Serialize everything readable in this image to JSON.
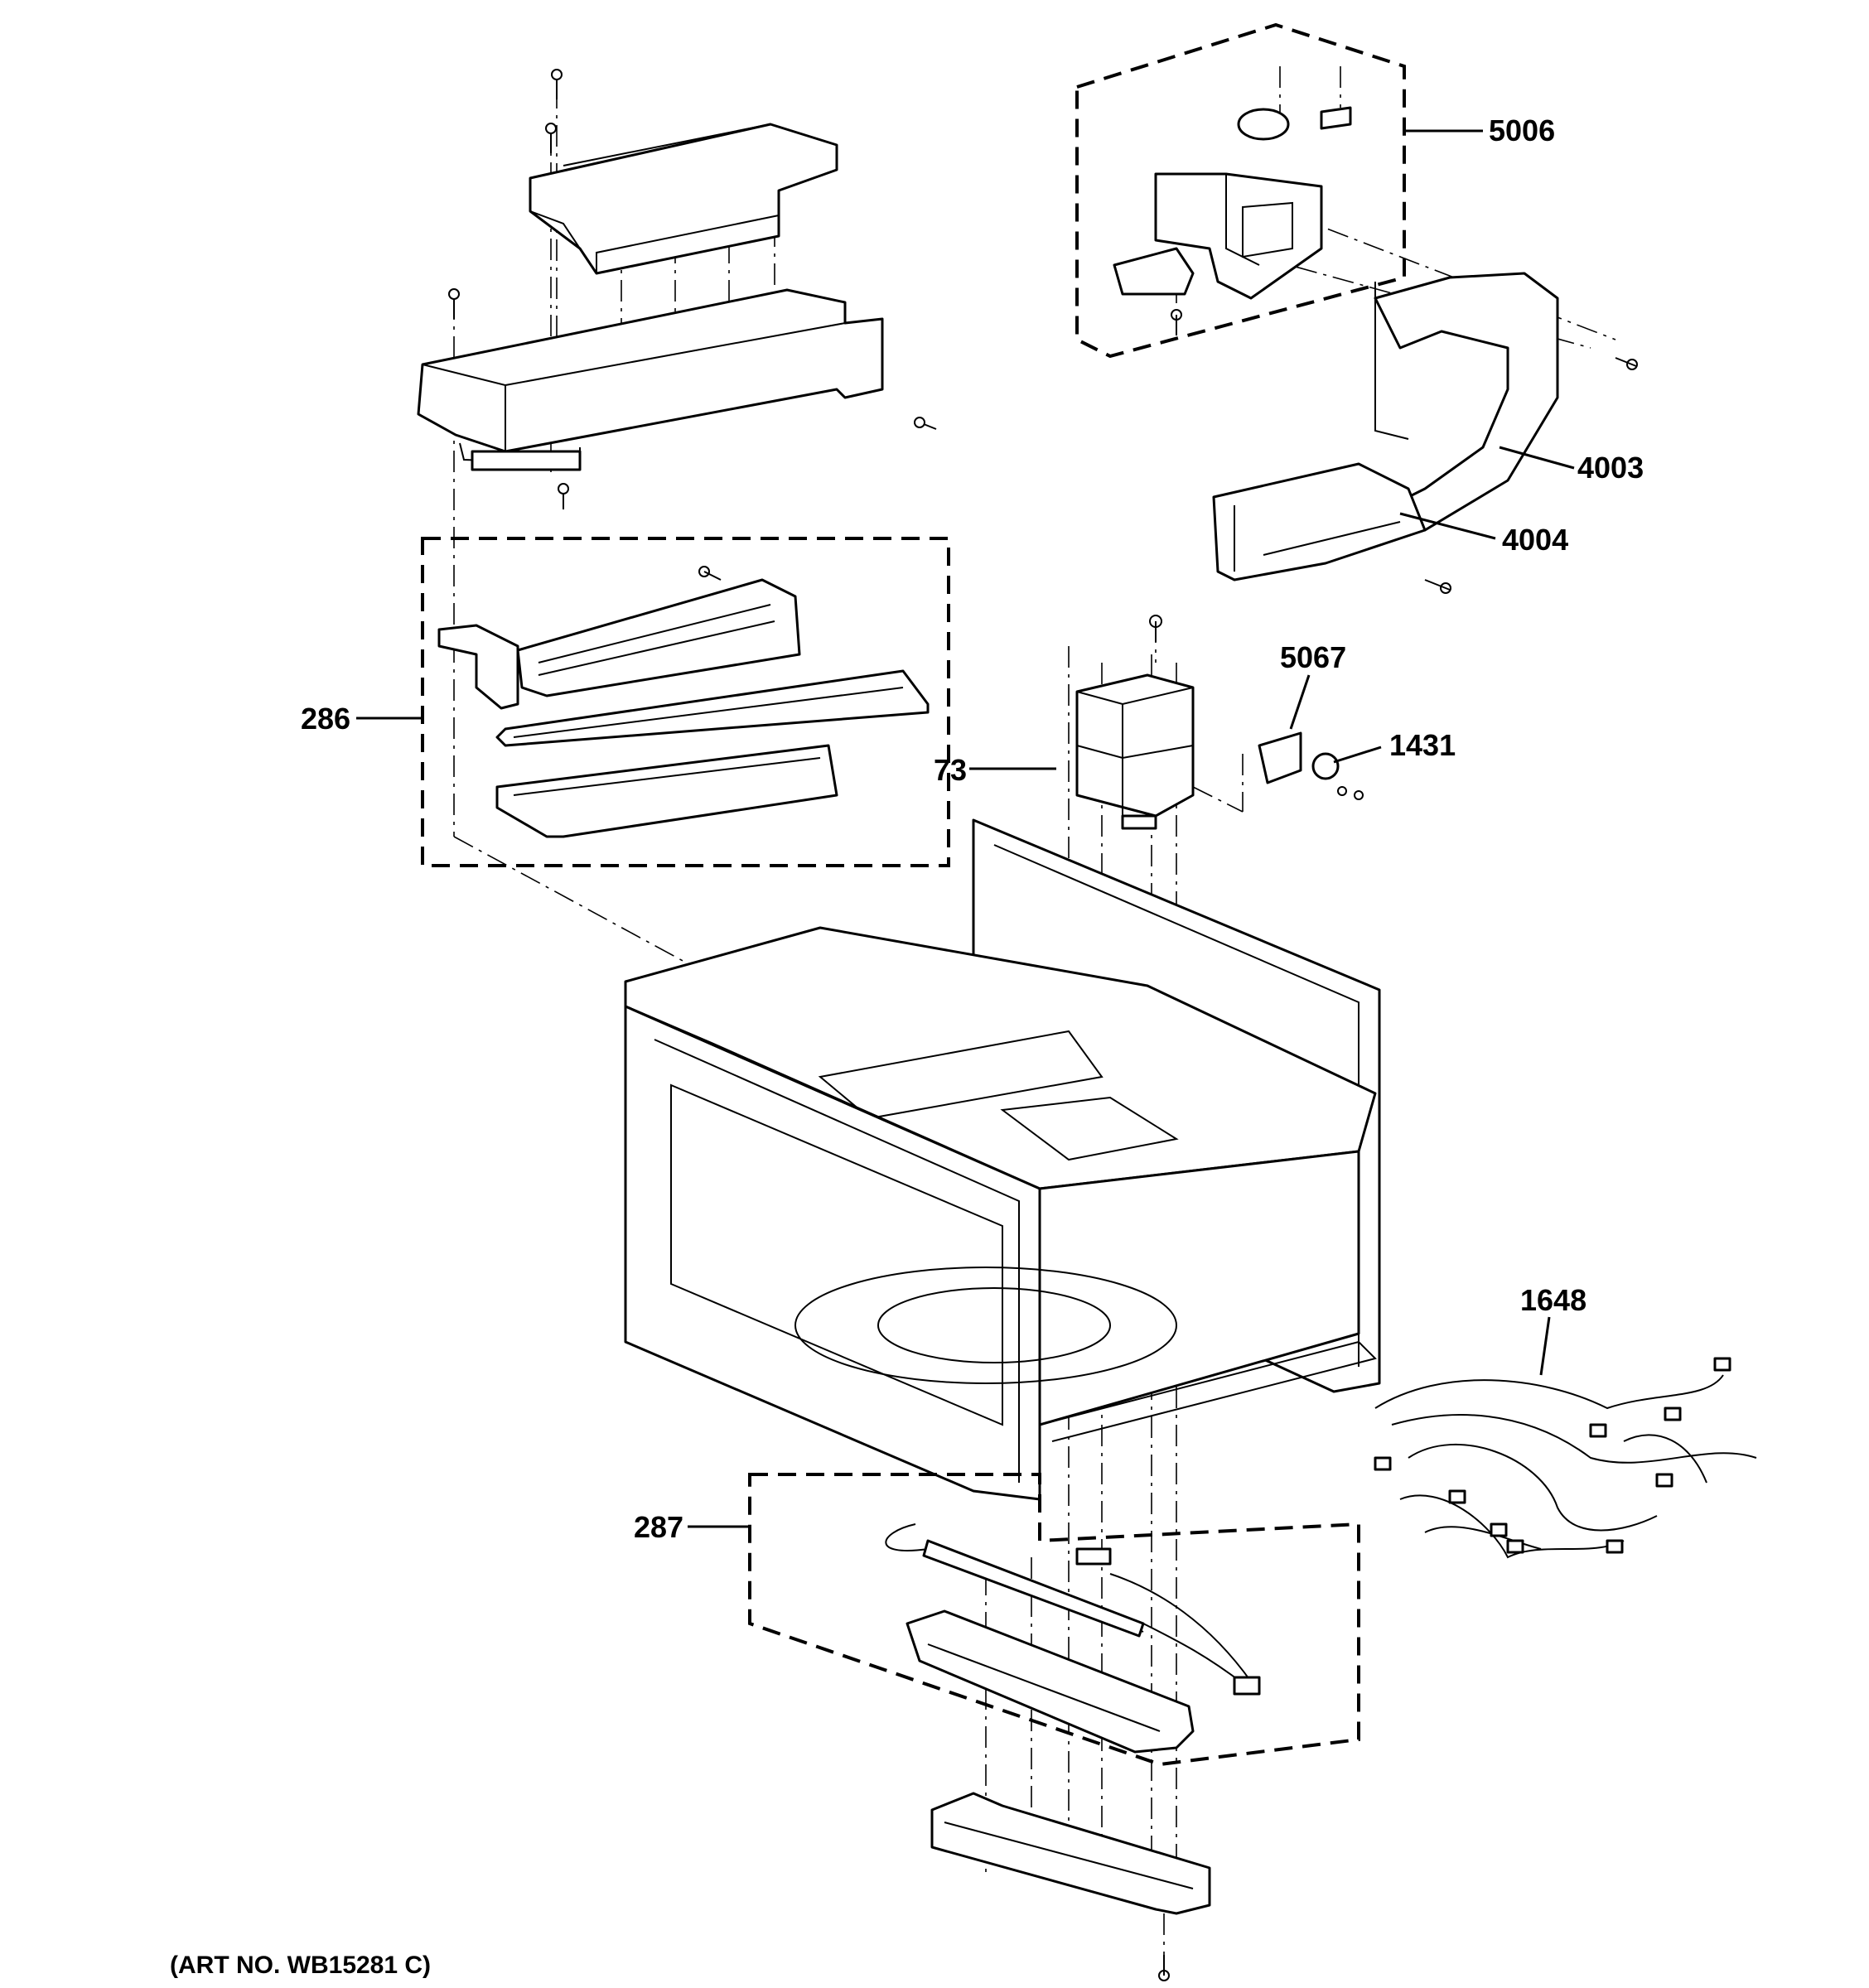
{
  "callouts": {
    "c5006": "5006",
    "c4003": "4003",
    "c4004": "4004",
    "c5067": "5067",
    "c1431": "1431",
    "c286": "286",
    "c73": "73",
    "c1648": "1648",
    "c287": "287"
  },
  "art_number": "(ART NO. WB15281 C)"
}
